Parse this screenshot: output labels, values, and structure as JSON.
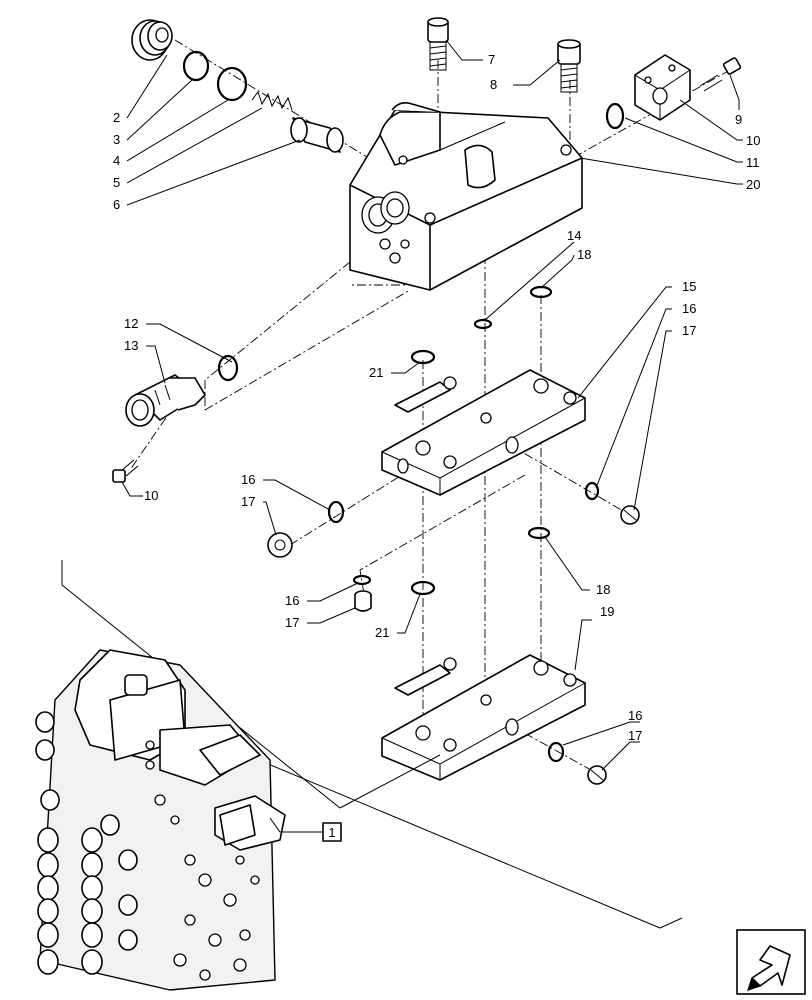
{
  "callouts": {
    "c1": "1",
    "c2": "2",
    "c3": "3",
    "c4": "4",
    "c5": "5",
    "c6": "6",
    "c7": "7",
    "c8": "8",
    "c9": "9",
    "c10a": "10",
    "c10b": "10",
    "c11": "11",
    "c12": "12",
    "c13": "13",
    "c14": "14",
    "c15": "15",
    "c16a": "16",
    "c16b": "16",
    "c16c": "16",
    "c16d": "16",
    "c17a": "17",
    "c17b": "17",
    "c17c": "17",
    "c17d": "17",
    "c18a": "18",
    "c18b": "18",
    "c19": "19",
    "c20": "20",
    "c21a": "21",
    "c21b": "21"
  },
  "nav": {
    "icon": "arrow-navigation-icon"
  }
}
